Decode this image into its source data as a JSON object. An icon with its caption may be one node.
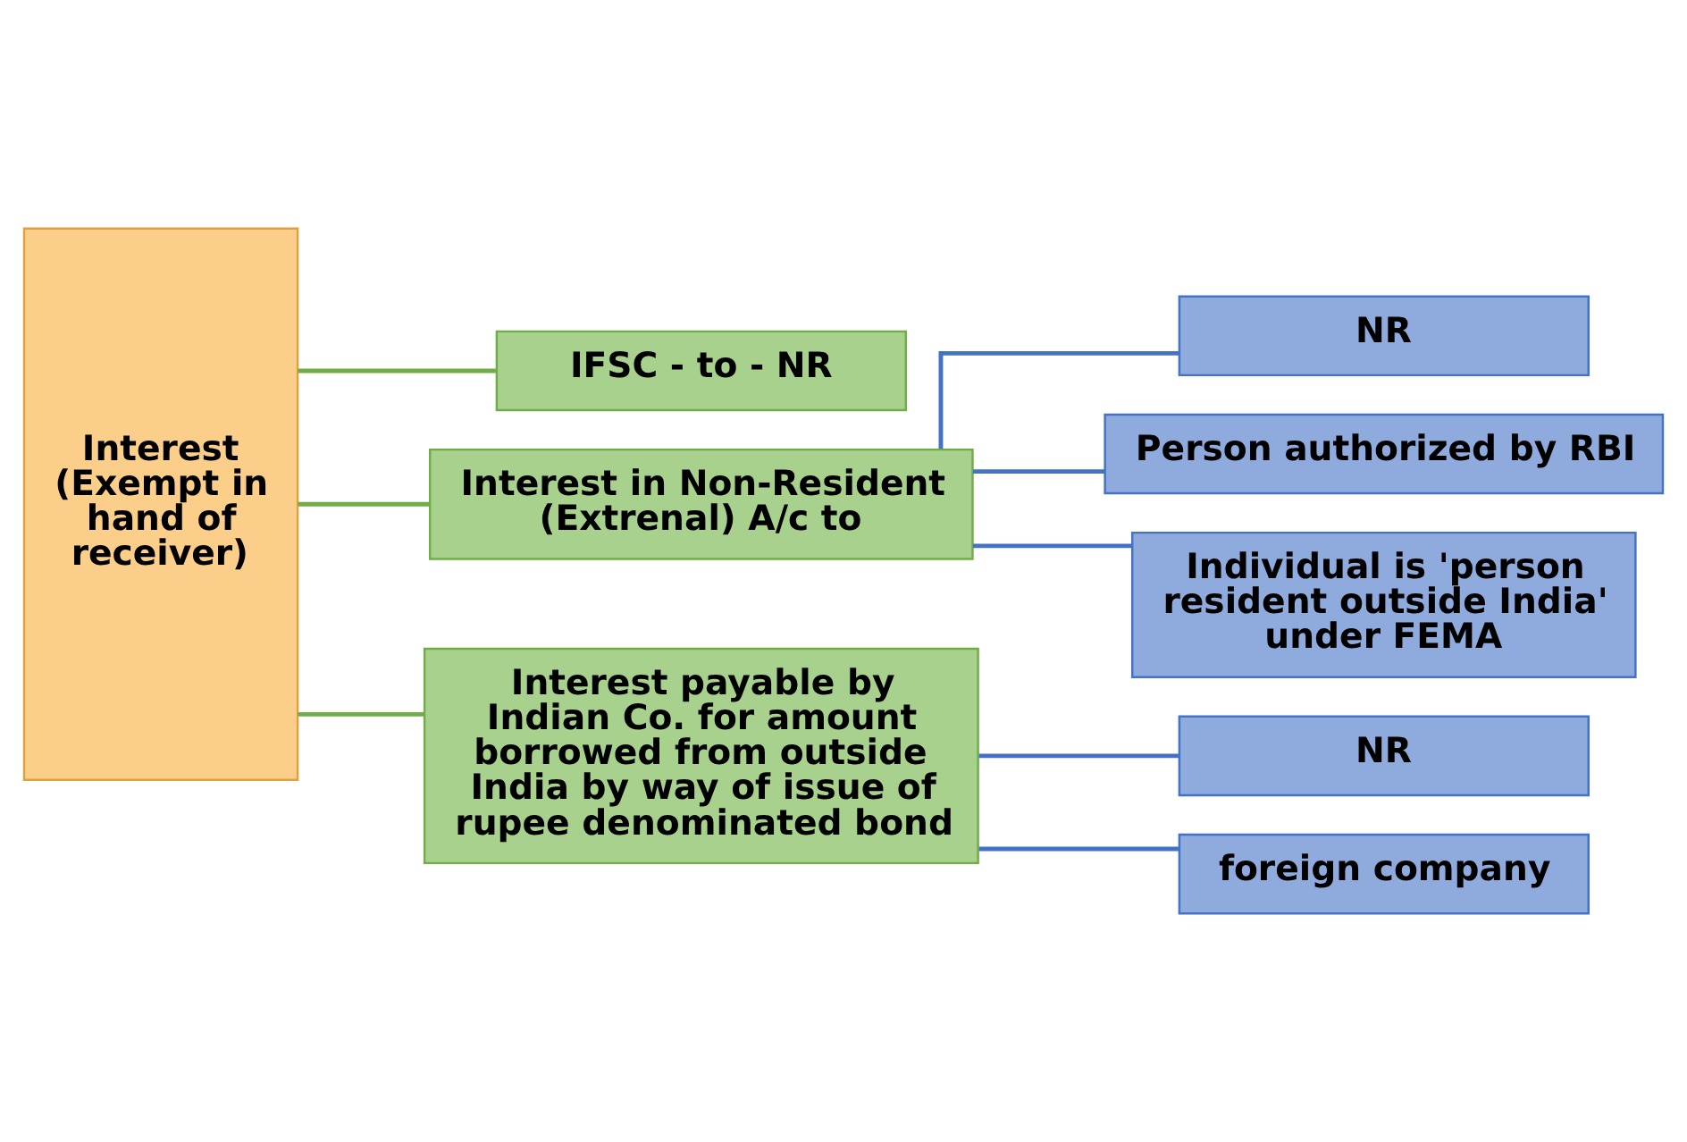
{
  "diagram": {
    "nodes": [
      {
        "text": [
          "Interest (Exempt in hand of receiver)"
        ]
      },
      {
        "text": [
          "IFSC - to - NR"
        ]
      },
      {
        "text": [
          "Interest in Non-Resident (Extrenal) A/c to"
        ]
      },
      {
        "text": [
          "Interest payable by Indian Co. for amount borrowed from outside India by way of issue of rupee denominated bond"
        ]
      },
      {
        "text": [
          "NR"
        ]
      },
      {
        "text": [
          "Person authorized by RBI"
        ]
      },
      {
        "text": [
          "Individual is 'person resident outside India' under FEMA"
        ]
      },
      {
        "text": [
          "NR"
        ]
      },
      {
        "text": [
          "foreign company"
        ]
      }
    ],
    "edges": [
      {
        "from": 0,
        "to": 1,
        "arrow": "none",
        "color": "#70ad47"
      },
      {
        "from": 0,
        "to": 2,
        "arrow": "none",
        "color": "#70ad47"
      },
      {
        "from": 0,
        "to": 3,
        "arrow": "none",
        "color": "#70ad47"
      },
      {
        "from": 2,
        "to": 4,
        "arrow": "none"
      },
      {
        "from": 2,
        "to": 5,
        "arrow": "none"
      },
      {
        "from": 2,
        "to": 6,
        "arrow": "none"
      },
      {
        "from": 3,
        "to": 7,
        "arrow": "none"
      },
      {
        "from": 3,
        "to": 8,
        "arrow": "none"
      }
    ]
  }
}
